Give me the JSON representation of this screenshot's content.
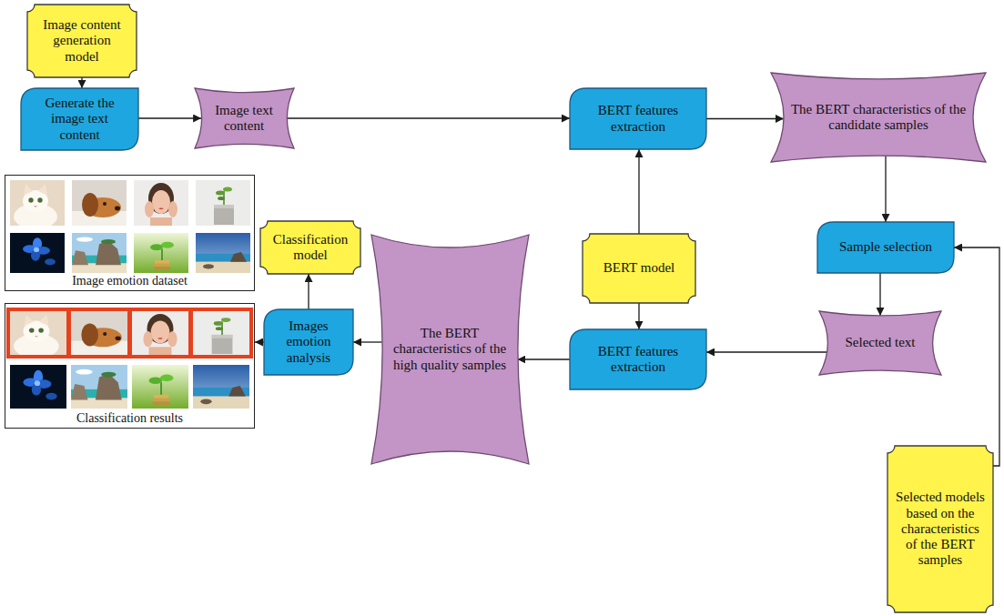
{
  "diagram": {
    "nodes": [
      {
        "text": [
          "Image content generation model"
        ]
      },
      {
        "text": [
          "Generate the image text content"
        ]
      },
      {
        "text": [
          "Image text content"
        ]
      },
      {
        "text": [
          "BERT features extraction"
        ]
      },
      {
        "text": [
          "The BERT characteristics of the candidate samples"
        ]
      },
      {
        "text": [
          "Image emotion dataset"
        ]
      },
      {
        "text": [
          "Classification model"
        ]
      },
      {
        "text": [
          "BERT model"
        ]
      },
      {
        "text": [
          "Sample selection"
        ]
      },
      {
        "text": [
          "Classification results"
        ]
      },
      {
        "text": [
          "Images emotion analysis"
        ]
      },
      {
        "text": [
          "The BERT characteristics of the high quality samples"
        ]
      },
      {
        "text": [
          "BERT features extraction"
        ]
      },
      {
        "text": [
          "Selected text"
        ]
      },
      {
        "text": [
          "Selected models based on the characteristics of the BERT samples"
        ]
      }
    ],
    "edges": [
      {
        "from": 0,
        "to": 1,
        "arrow": "to"
      },
      {
        "from": 1,
        "to": 2,
        "arrow": "to"
      },
      {
        "from": 2,
        "to": 3,
        "arrow": "to"
      },
      {
        "from": 3,
        "to": 4,
        "arrow": "to"
      },
      {
        "from": 7,
        "to": 3,
        "arrow": "to"
      },
      {
        "from": 4,
        "to": 8,
        "arrow": "to"
      },
      {
        "from": 8,
        "to": 13,
        "arrow": "to"
      },
      {
        "from": 14,
        "to": 8,
        "arrow": "to"
      },
      {
        "from": 7,
        "to": 12,
        "arrow": "to"
      },
      {
        "from": 13,
        "to": 12,
        "arrow": "to"
      },
      {
        "from": 12,
        "to": 11,
        "arrow": "to"
      },
      {
        "from": 11,
        "to": 10,
        "arrow": "to"
      },
      {
        "from": 10,
        "to": 9,
        "arrow": "to"
      },
      {
        "from": 10,
        "to": 6,
        "arrow": "to"
      }
    ]
  }
}
